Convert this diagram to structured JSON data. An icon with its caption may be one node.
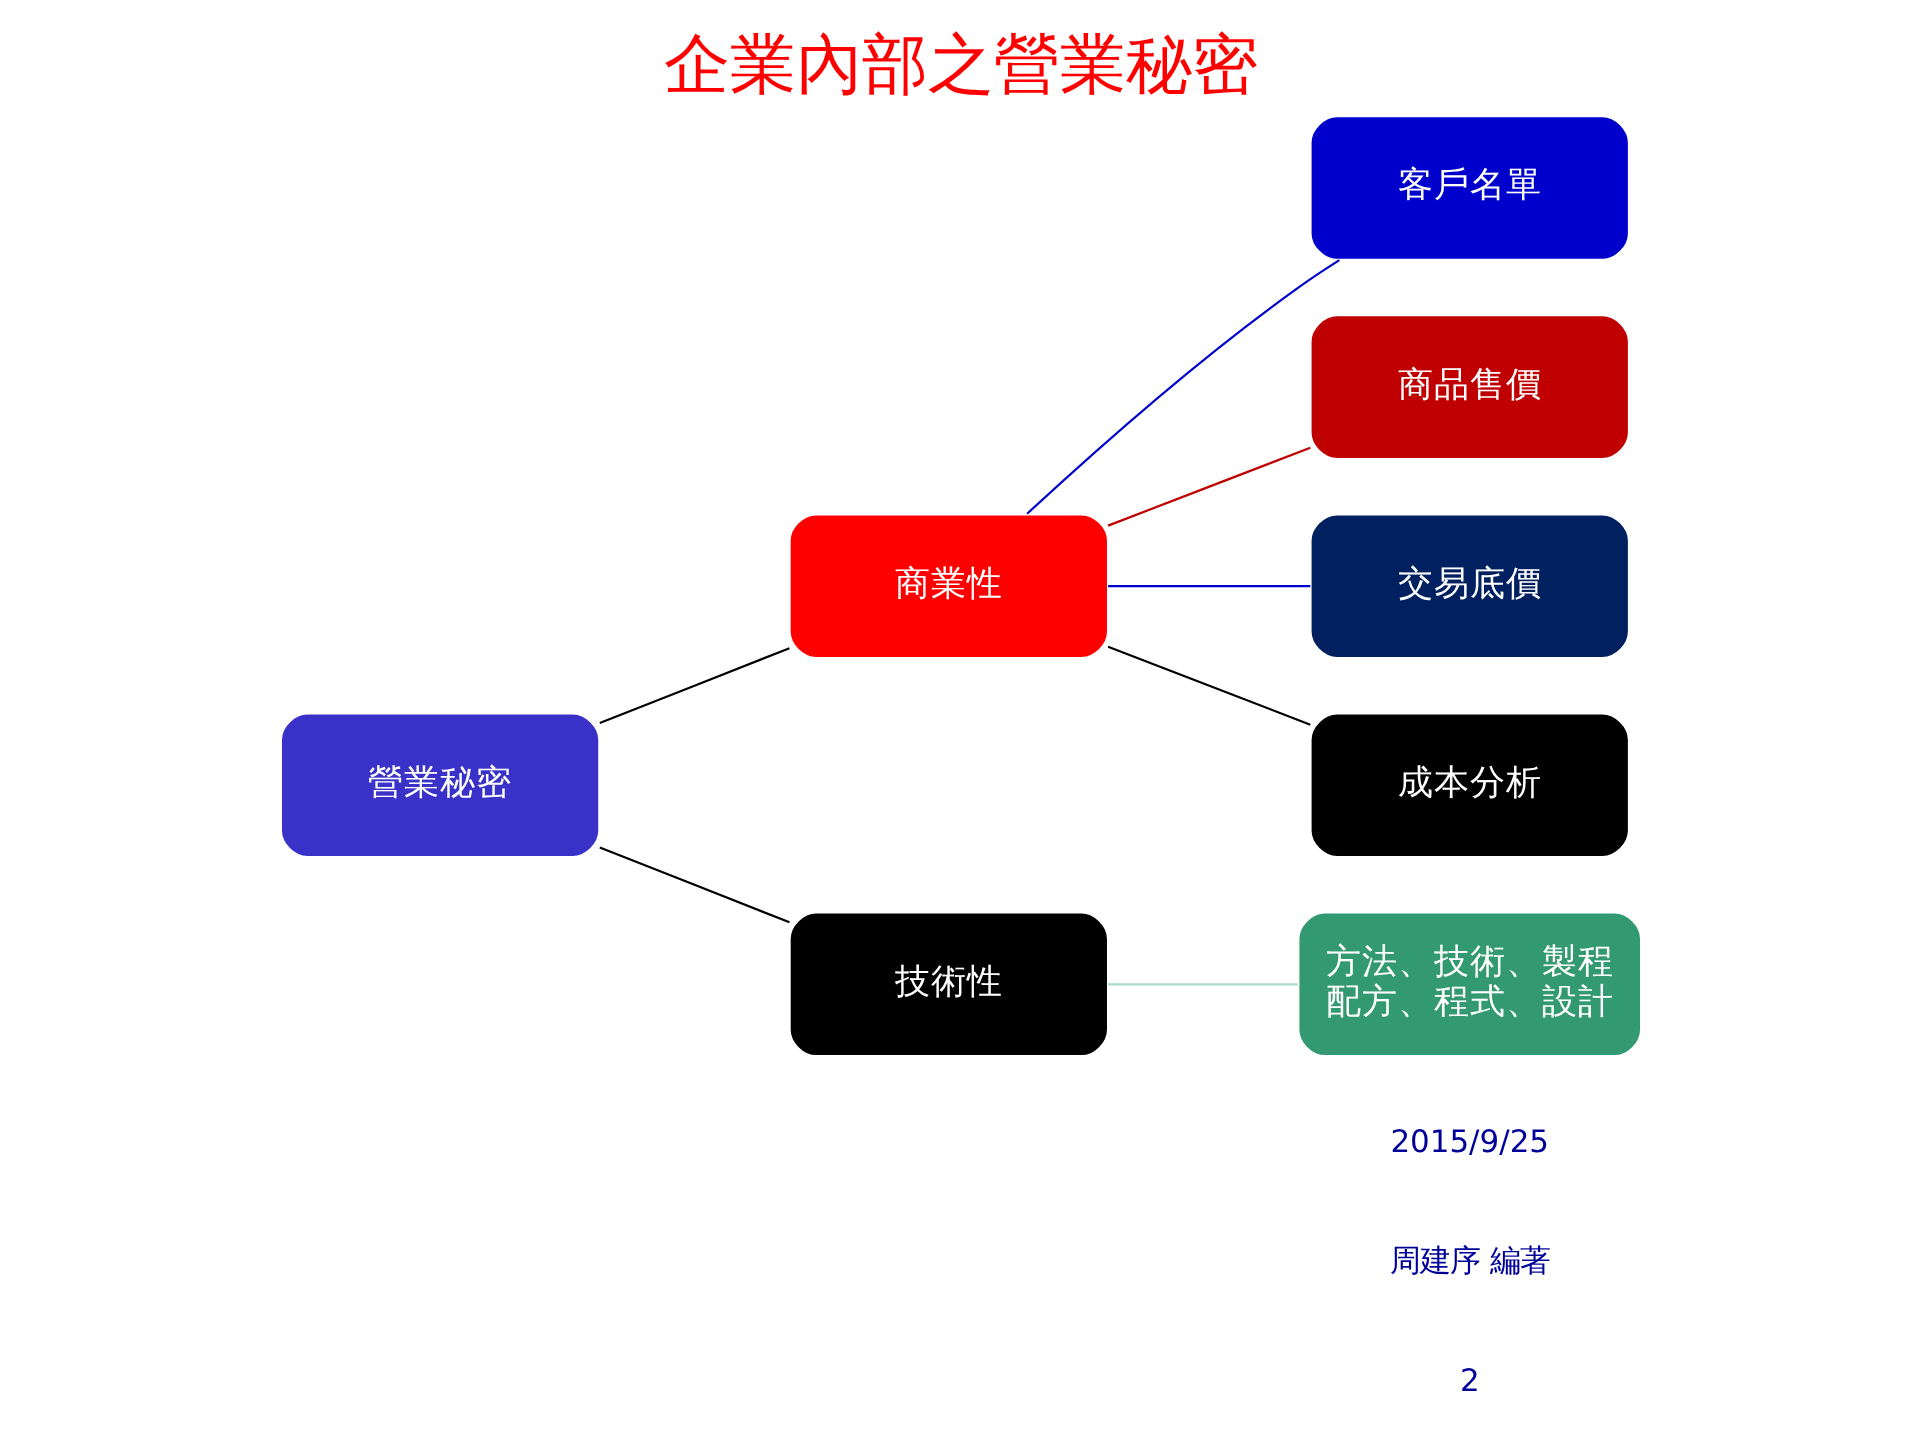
{
  "diagram": {
    "title": "企業內部之營業秘密",
    "nodes": [
      {
        "text": [
          "營業秘密"
        ]
      },
      {
        "text": [
          "商業性"
        ]
      },
      {
        "text": [
          "技術性"
        ]
      },
      {
        "text": [
          "客戶名單"
        ]
      },
      {
        "text": [
          "商品售價"
        ]
      },
      {
        "text": [
          "交易底價"
        ]
      },
      {
        "text": [
          "成本分析"
        ]
      },
      {
        "text": [
          "方法、技術、製程",
          "配方、程式、設計"
        ]
      }
    ],
    "edges": [
      {
        "from": 0,
        "to": 1,
        "arrow": "none"
      },
      {
        "from": 0,
        "to": 2,
        "arrow": "none"
      },
      {
        "from": 1,
        "to": 3,
        "arrow": "none",
        "color": "#0000cc"
      },
      {
        "from": 1,
        "to": 4,
        "arrow": "none",
        "color": "#c00000"
      },
      {
        "from": 1,
        "to": 5,
        "arrow": "none",
        "color": "#0000cc"
      },
      {
        "from": 1,
        "to": 6,
        "arrow": "none"
      },
      {
        "from": 2,
        "to": 7,
        "arrow": "none",
        "color": "#a8dcc8"
      }
    ],
    "labels": [
      "2015/9/25",
      "周建序 編著",
      "2"
    ]
  }
}
